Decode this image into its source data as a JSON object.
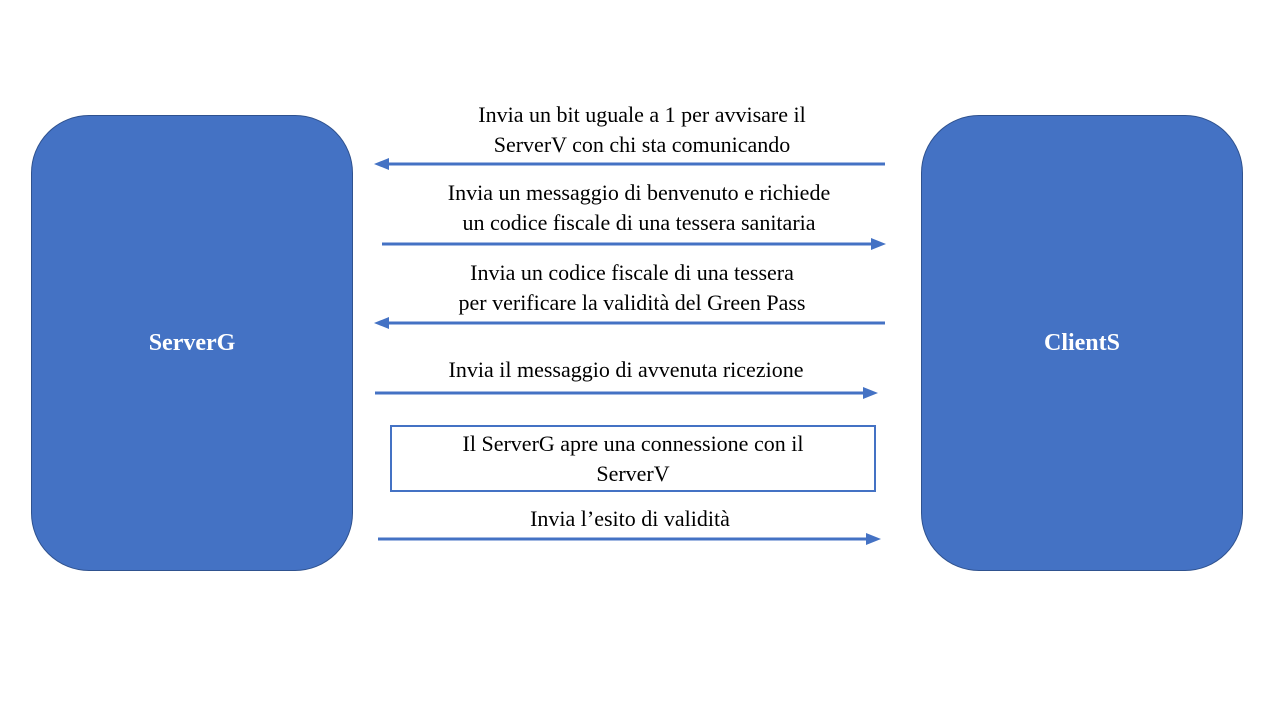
{
  "colors": {
    "node_fill": "#4472c4",
    "arrow": "#4472c4",
    "note_border": "#4472c4"
  },
  "nodes": {
    "left": {
      "label": "ServerG"
    },
    "right": {
      "label": "ClientS"
    }
  },
  "messages": [
    {
      "direction": "to-left",
      "line1": "Invia un bit uguale a 1 per avvisare il",
      "line2": "ServerV con chi sta comunicando"
    },
    {
      "direction": "to-right",
      "line1": "Invia un messaggio di benvenuto e richiede",
      "line2": "un codice fiscale di una tessera sanitaria"
    },
    {
      "direction": "to-left",
      "line1": "Invia un codice fiscale di una tessera",
      "line2": "per verificare la validità del Green Pass"
    },
    {
      "direction": "to-right",
      "line1": "Invia il messaggio di avvenuta ricezione"
    },
    {
      "direction": "to-right",
      "line1": "Invia l’esito di validità"
    }
  ],
  "note": {
    "line1": "Il ServerG apre una connessione con il",
    "line2": "ServerV"
  }
}
